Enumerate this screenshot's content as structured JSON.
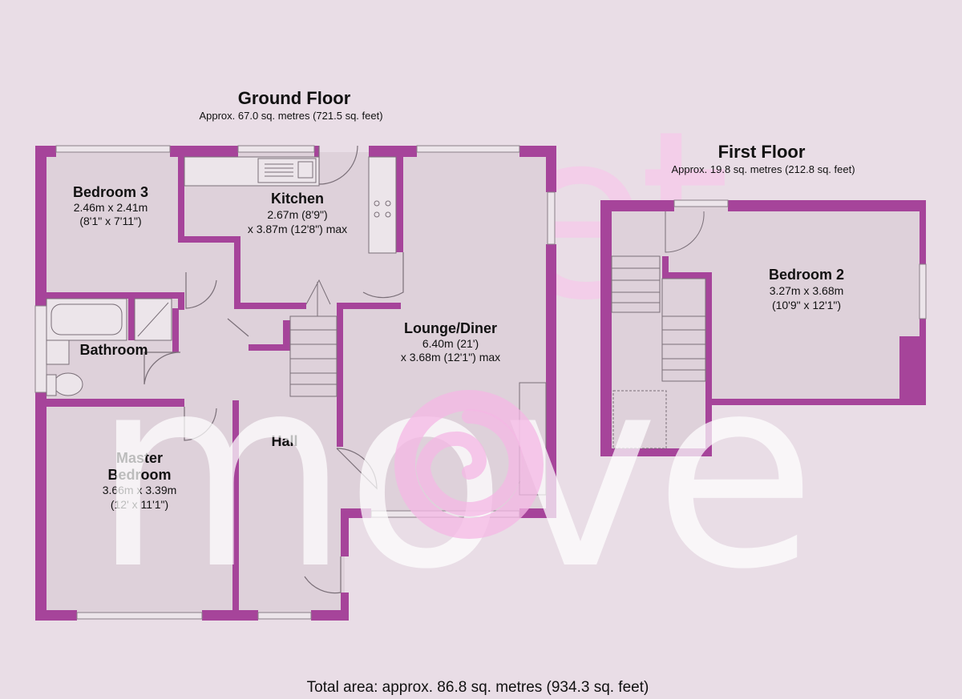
{
  "watermark": {
    "top_word": "sweet",
    "bottom_word": "move",
    "colors": {
      "pink": "#f6c8ea",
      "white": "#ffffff",
      "swirl": "#f4b7e4"
    }
  },
  "colors": {
    "background": "#e9dde6",
    "wall": "#a6449a",
    "wall_shadow": "#c9bcc5",
    "floor": "#e9dde6",
    "fixture_line": "#7a6f78"
  },
  "ground_floor": {
    "title": "Ground Floor",
    "area": "Approx. 67.0 sq. metres (721.5 sq. feet)",
    "rooms": {
      "bedroom3": {
        "name": "Bedroom 3",
        "dim1": "2.46m x 2.41m",
        "dim2": "(8'1\" x 7'11\")"
      },
      "kitchen": {
        "name": "Kitchen",
        "dim1": "2.67m (8'9\")",
        "dim2": "x 3.87m (12'8\") max"
      },
      "bathroom": {
        "name": "Bathroom"
      },
      "lounge": {
        "name": "Lounge/Diner",
        "dim1": "6.40m (21')",
        "dim2": "x 3.68m (12'1\") max"
      },
      "hall": {
        "name": "Hall"
      },
      "master": {
        "name1": "Master",
        "name2": "Bedroom",
        "dim1": "3.66m x 3.39m",
        "dim2": "(12' x 11'1\")"
      }
    }
  },
  "first_floor": {
    "title": "First Floor",
    "area": "Approx. 19.8 sq. metres (212.8 sq. feet)",
    "rooms": {
      "bedroom2": {
        "name": "Bedroom 2",
        "dim1": "3.27m x 3.68m",
        "dim2": "(10'9\" x 12'1\")"
      }
    }
  },
  "total_area": "Total area: approx. 86.8 sq. metres (934.3 sq. feet)"
}
